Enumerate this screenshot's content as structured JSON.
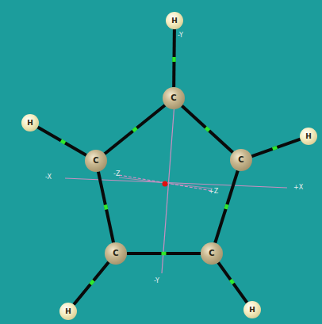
{
  "diagram": {
    "nodes": [
      {
        "text": [
          "H"
        ]
      },
      {
        "text": [
          "C"
        ]
      },
      {
        "text": [
          "H"
        ]
      },
      {
        "text": [
          "C"
        ]
      },
      {
        "text": [
          "C"
        ]
      },
      {
        "text": [
          "H"
        ]
      },
      {
        "text": [
          "C"
        ]
      },
      {
        "text": [
          "C"
        ]
      },
      {
        "text": [
          "H"
        ]
      },
      {
        "text": [
          "H"
        ]
      }
    ],
    "edges": [
      {
        "from": 1,
        "to": 0,
        "arrow": "none"
      },
      {
        "from": 1,
        "to": 4,
        "arrow": "none"
      },
      {
        "from": 4,
        "to": 7,
        "arrow": "none"
      },
      {
        "from": 7,
        "to": 6,
        "arrow": "none"
      },
      {
        "from": 6,
        "to": 3,
        "arrow": "none"
      },
      {
        "from": 3,
        "to": 1,
        "arrow": "none"
      },
      {
        "from": 3,
        "to": 2,
        "arrow": "none"
      },
      {
        "from": 4,
        "to": 5,
        "arrow": "none"
      },
      {
        "from": 6,
        "to": 8,
        "arrow": "none"
      },
      {
        "from": 7,
        "to": 9,
        "arrow": "none"
      }
    ],
    "labels": [
      "-Y",
      "-X",
      "-Z",
      "+Z",
      "+X",
      "-Y"
    ]
  }
}
